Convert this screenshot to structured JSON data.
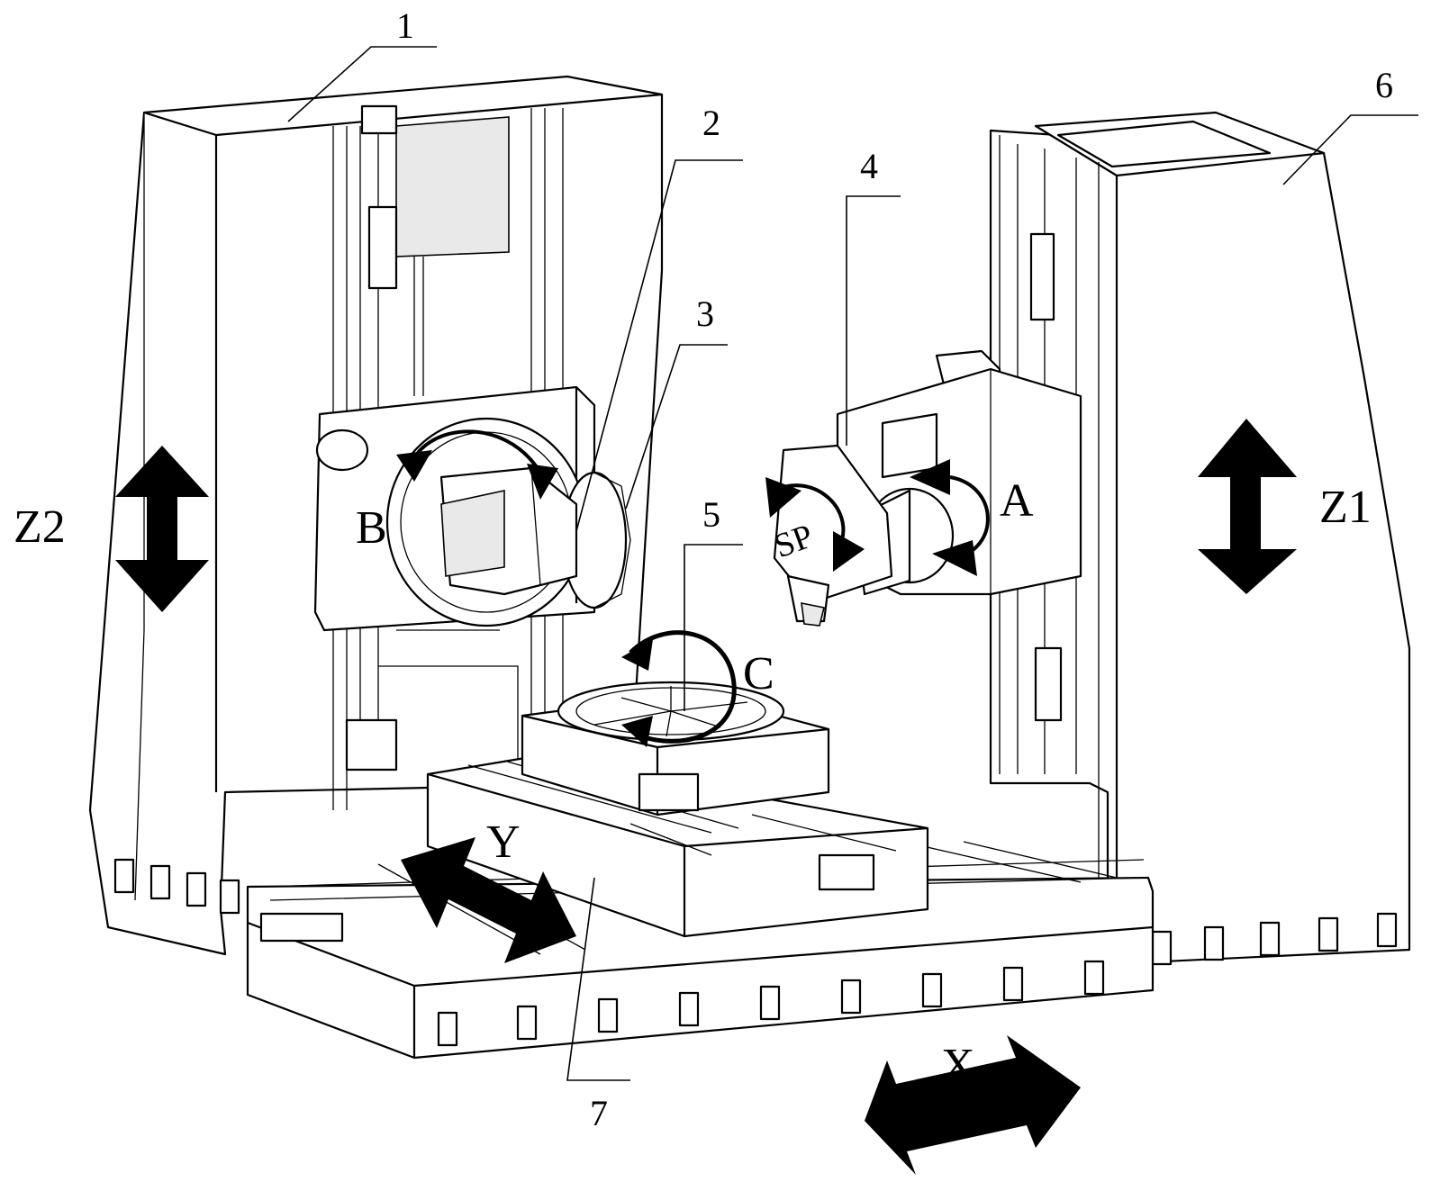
{
  "part_labels": {
    "p1": "1",
    "p2": "2",
    "p3": "3",
    "p4": "4",
    "p5": "5",
    "p6": "6",
    "p7": "7"
  },
  "axis_labels": {
    "x": "X",
    "y": "Y",
    "z1": "Z1",
    "z2": "Z2",
    "a": "A",
    "b": "B",
    "c": "C",
    "sp": "SP"
  },
  "colors": {
    "line": "#000000",
    "background": "#ffffff",
    "arrow": "#000000"
  }
}
